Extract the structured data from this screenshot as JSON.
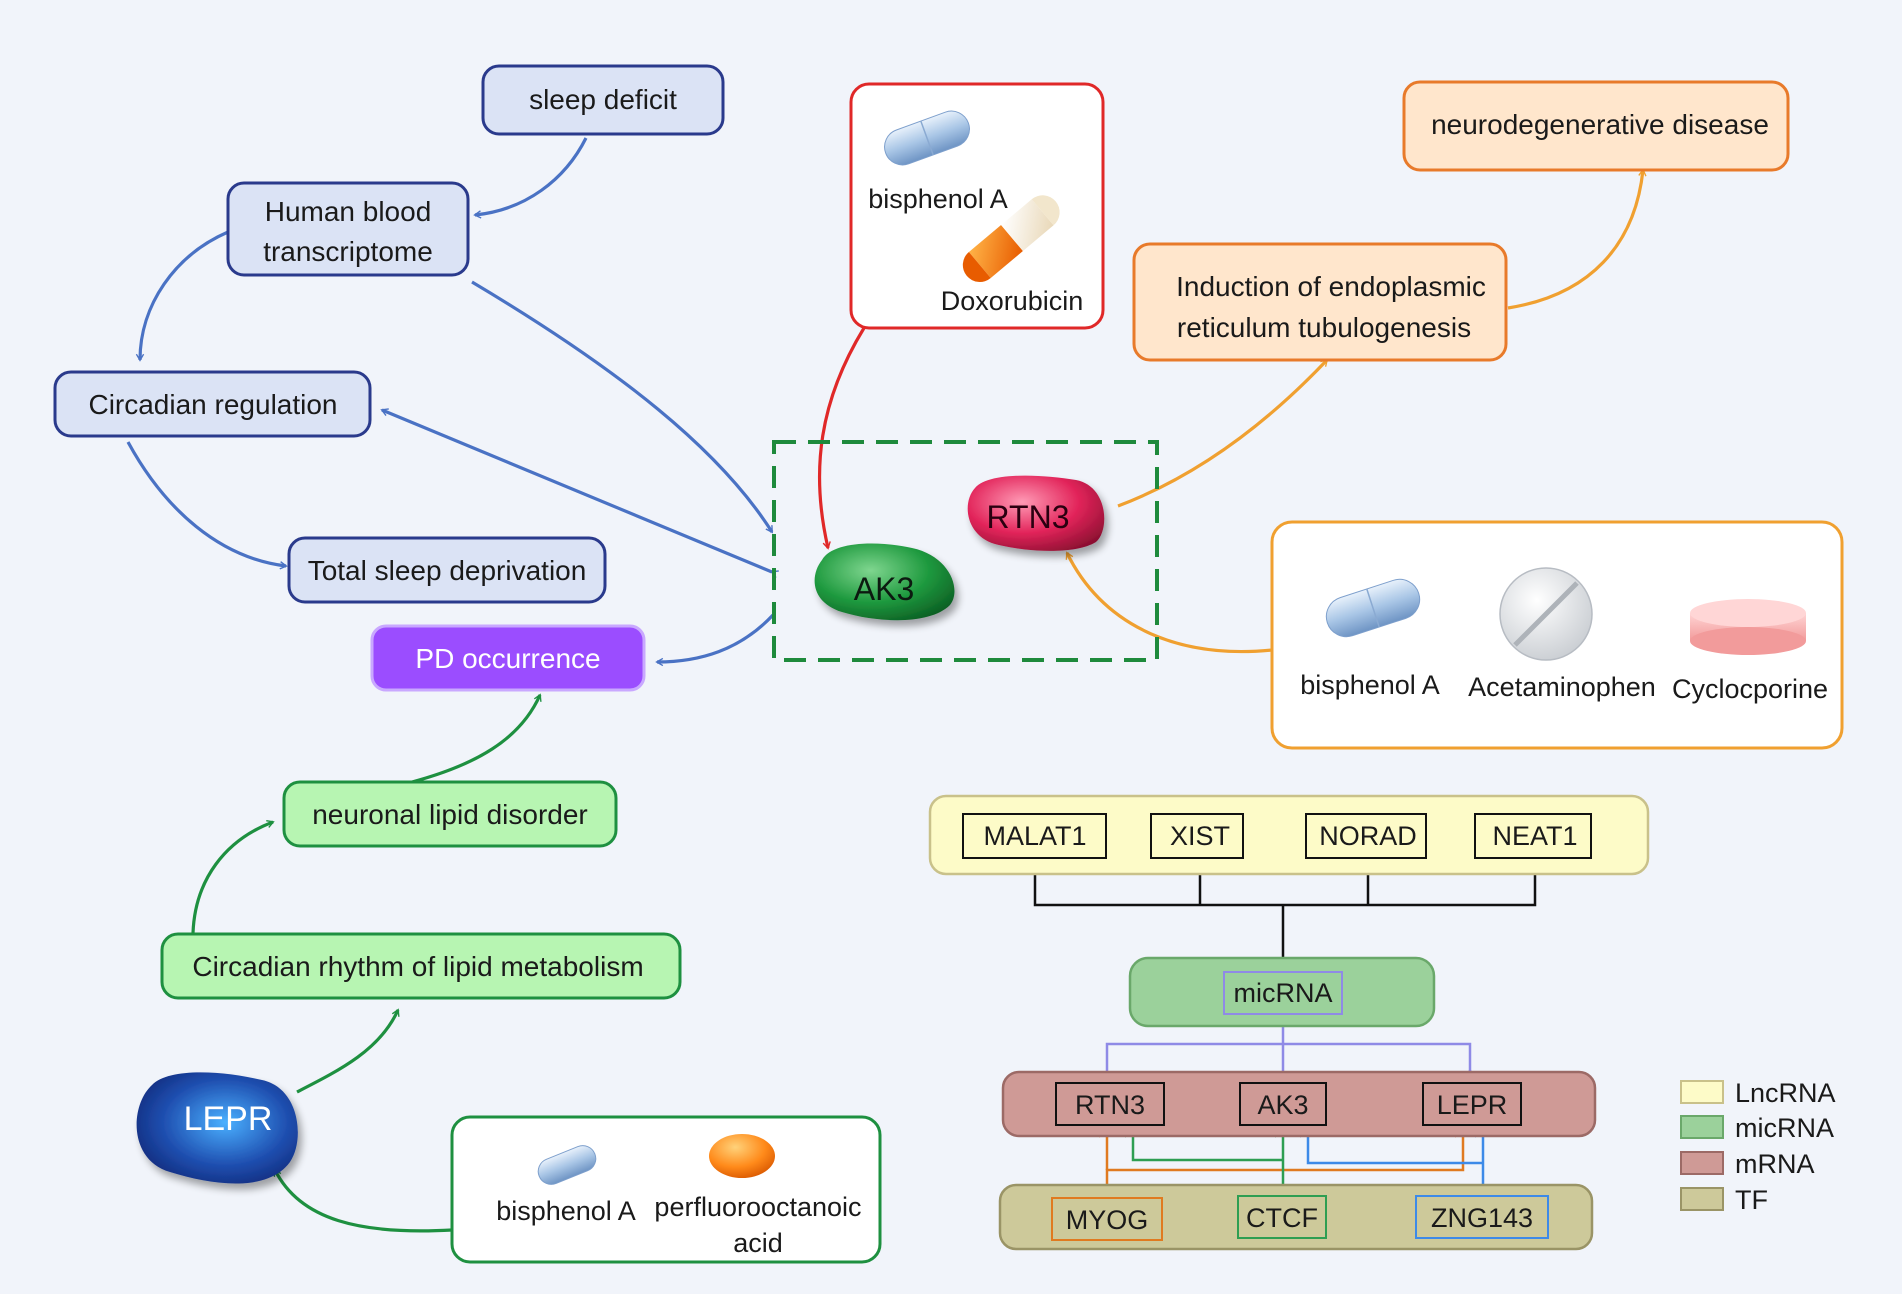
{
  "nodes": {
    "sleep_deficit": "sleep deficit",
    "human_blood_transcriptome": [
      "Human blood",
      "transcriptome"
    ],
    "circadian_regulation": "Circadian regulation",
    "total_sleep_deprivation": "Total sleep deprivation",
    "pd_occurrence": "PD occurrence",
    "neuronal_lipid_disorder": "neuronal lipid disorder",
    "circadian_rhythm_lipid": "Circadian rhythm of lipid metabolism",
    "lepr": "LEPR",
    "ak3": "AK3",
    "rtn3": "RTN3",
    "er_tubulogenesis": [
      "Induction of endoplasmic",
      "reticulum tubulogenesis"
    ],
    "neurodegenerative_disease": "neurodegenerative disease"
  },
  "drug_boxes": {
    "ak3_drugs": [
      "bisphenol A",
      "Doxorubicin"
    ],
    "rtn3_drugs": [
      "bisphenol A",
      "Acetaminophen",
      "Cyclocporine"
    ],
    "lepr_drugs": [
      "bisphenol A",
      "perfluorooctanoic",
      "acid"
    ]
  },
  "network": {
    "lncrna": [
      "MALAT1",
      "XIST",
      "NORAD",
      "NEAT1"
    ],
    "micrna": "micRNA",
    "mrna": [
      "RTN3",
      "AK3",
      "LEPR"
    ],
    "tf": [
      "MYOG",
      "CTCF",
      "ZNG143"
    ]
  },
  "legend": [
    {
      "label": "LncRNA",
      "color": "#fdfbc8"
    },
    {
      "label": "micRNA",
      "color": "#9bd19b"
    },
    {
      "label": "mRNA",
      "color": "#cf9a96"
    },
    {
      "label": "TF",
      "color": "#cdc99a"
    }
  ],
  "colors": {
    "blue_arrow": "#4a72c4",
    "red_arrow": "#e02828",
    "orange_arrow": "#f0a030",
    "green_arrow": "#1e9040",
    "pd_fill": "#9b4dff",
    "dashed_box": "#1e8a3c"
  }
}
